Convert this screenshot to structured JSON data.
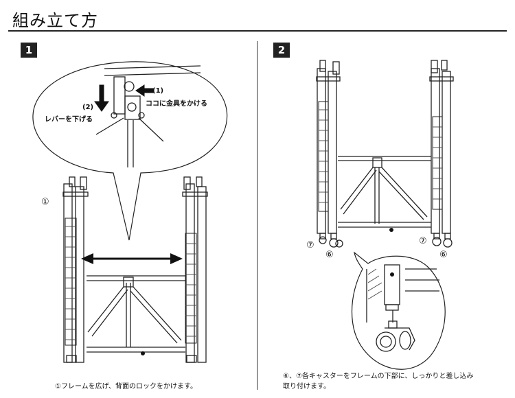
{
  "title": "組み立て方",
  "steps": [
    {
      "number": "1",
      "caption": "①フレームを広げ、背面のロックをかけます。",
      "callouts": {
        "hook_label": "ココに金具をかける",
        "hook_num": "(1)",
        "lever_label": "レバーを下げる",
        "lever_num": "(2)"
      },
      "markers": {
        "frame": "①"
      }
    },
    {
      "number": "2",
      "caption_line1": "⑥、⑦各キャスターをフレームの下部に、しっかりと差し込み",
      "caption_line2": "取り付けます。",
      "markers": {
        "seven": "⑦",
        "six": "⑥"
      }
    }
  ]
}
